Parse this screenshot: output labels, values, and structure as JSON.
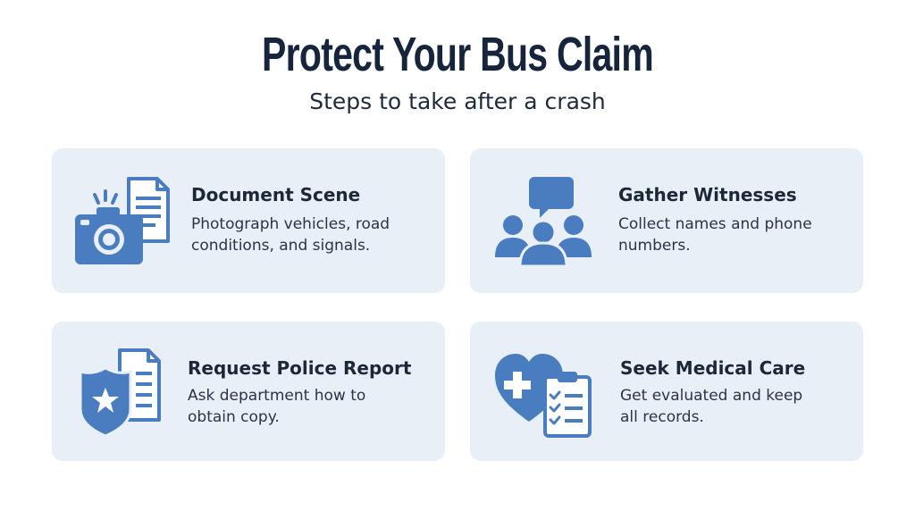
{
  "title": "Protect Your Bus Claim",
  "subtitle": "Steps to take after a crash",
  "cards": [
    {
      "heading": "Document Scene",
      "desc_line1": "Photograph vehicles, road",
      "desc_line2": "conditions, and signals.",
      "icon": "camera-document-icon"
    },
    {
      "heading": "Gather Witnesses",
      "desc_line1": "Collect names and phone",
      "desc_line2": "numbers.",
      "icon": "people-chat-icon"
    },
    {
      "heading": "Request Police Report",
      "desc_line1": "Ask department how to",
      "desc_line2": "obtain copy.",
      "icon": "police-badge-document-icon"
    },
    {
      "heading": "Seek Medical Care",
      "desc_line1": "Get evaluated and keep",
      "desc_line2": "all records.",
      "icon": "heart-clipboard-icon"
    }
  ],
  "colors": {
    "icon": "#4a7dbf",
    "card_background": "#e9eff7",
    "title": "#17253c"
  }
}
